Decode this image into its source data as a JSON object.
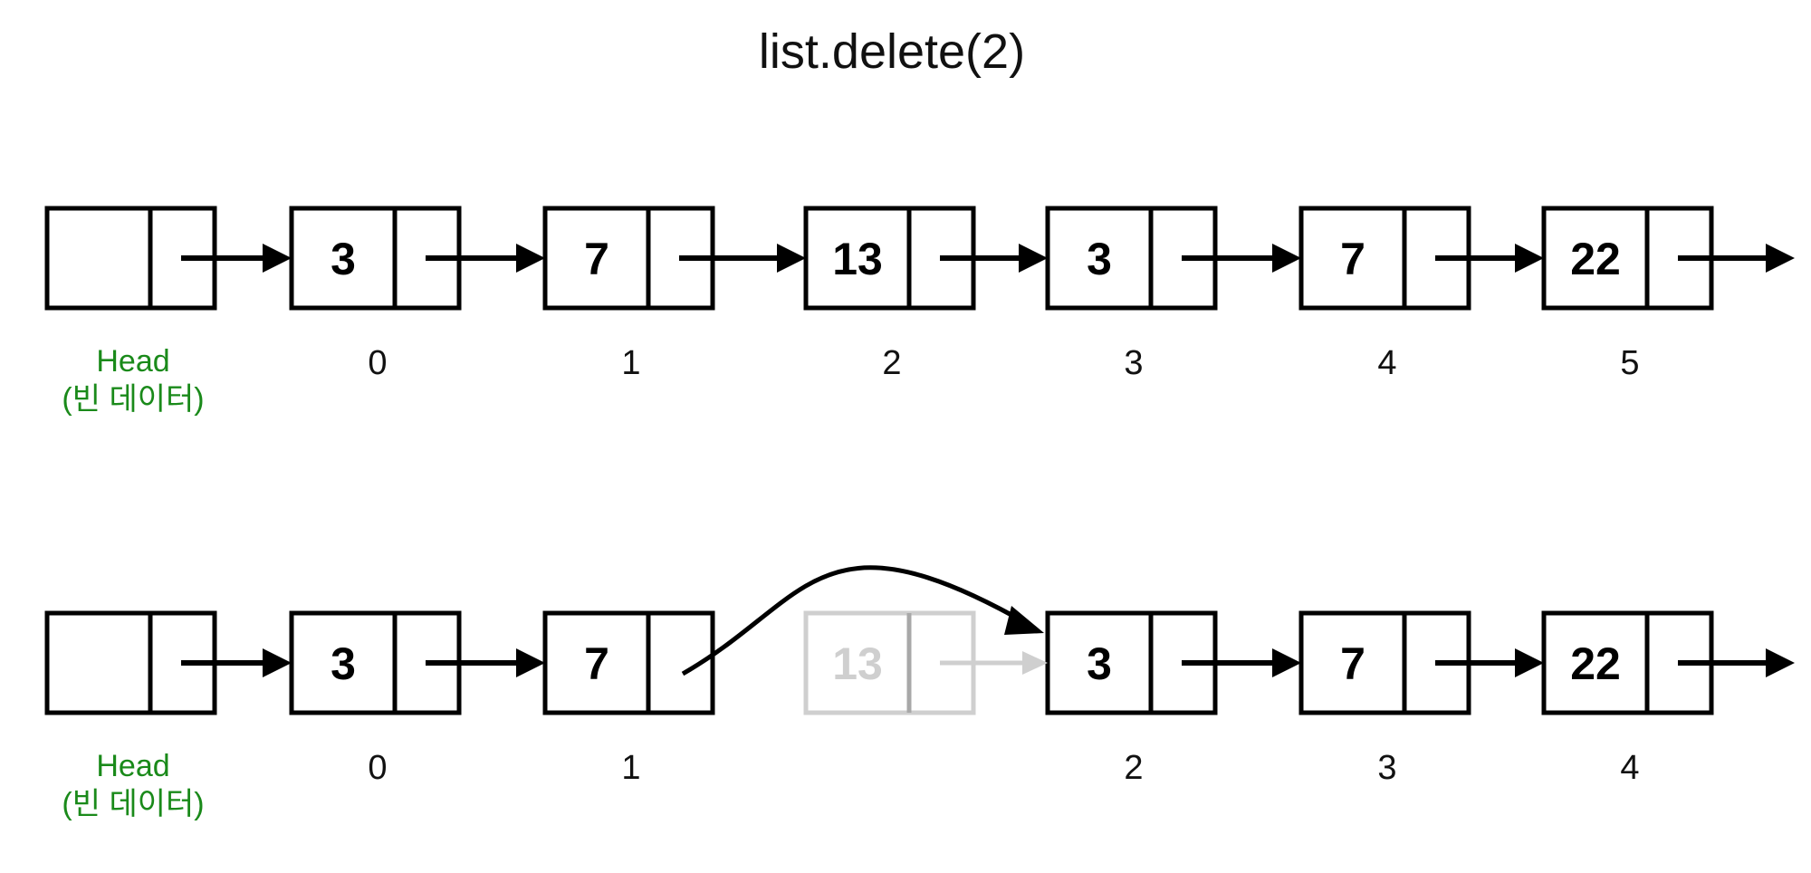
{
  "title": "list.delete(2)",
  "colors": {
    "stroke": "#000000",
    "head_label": "#1a8a1a",
    "deleted": "#cfcfcf",
    "deleted_divider": "#a8a8a8"
  },
  "head_label": {
    "line1": "Head",
    "line2": "(빈 데이터)"
  },
  "before": {
    "nodes": [
      {
        "value": "",
        "index": "",
        "is_head": true
      },
      {
        "value": "3",
        "index": "0"
      },
      {
        "value": "7",
        "index": "1"
      },
      {
        "value": "13",
        "index": "2"
      },
      {
        "value": "3",
        "index": "3"
      },
      {
        "value": "7",
        "index": "4"
      },
      {
        "value": "22",
        "index": "5"
      }
    ]
  },
  "after": {
    "nodes": [
      {
        "value": "",
        "index": "",
        "is_head": true
      },
      {
        "value": "3",
        "index": "0"
      },
      {
        "value": "7",
        "index": "1"
      },
      {
        "value": "13",
        "index": "",
        "deleted": true
      },
      {
        "value": "3",
        "index": "2"
      },
      {
        "value": "7",
        "index": "3"
      },
      {
        "value": "22",
        "index": "4"
      }
    ],
    "bypass": {
      "from": 2,
      "to": 4
    }
  }
}
